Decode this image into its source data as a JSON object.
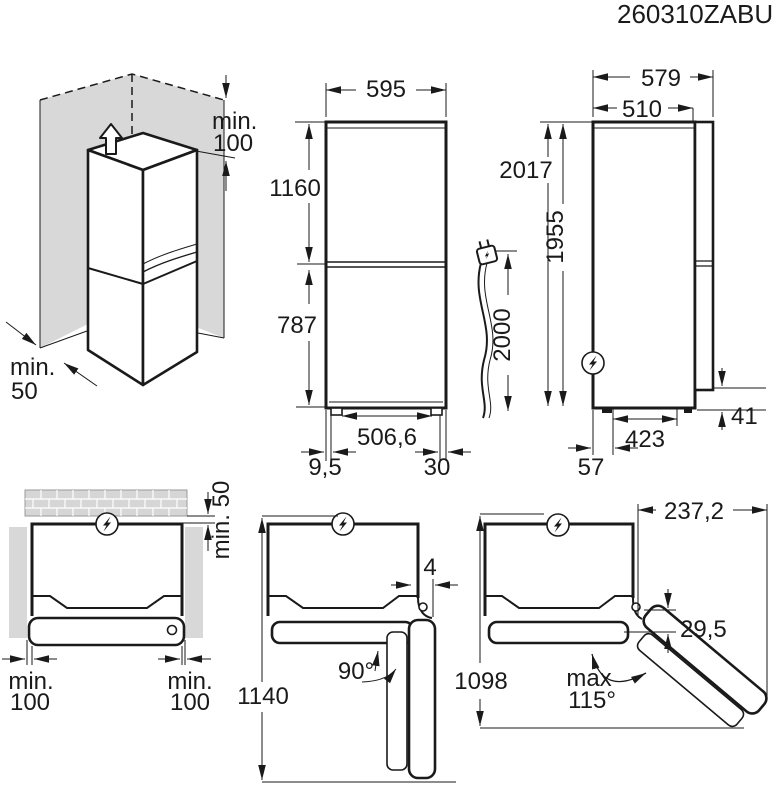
{
  "drawing_number": "260310ZABU",
  "colors": {
    "line": "#1a1a1a",
    "wall_fill": "#d8d8d8",
    "background": "#ffffff"
  },
  "icons": {
    "power": "lightning-bolt",
    "plug": "power-plug",
    "direction": "up-arrow",
    "wall": "brick-wall"
  },
  "views": {
    "corner": {
      "top_label": "min.",
      "top_value": "100",
      "side_label": "min.",
      "side_value": "50"
    },
    "front": {
      "width": "595",
      "upper": "1160",
      "lower": "787",
      "feet_span": "506,6",
      "foot_left": "9,5",
      "foot_right": "30"
    },
    "side": {
      "depth_total": "579",
      "depth_body": "510",
      "height_total": "2017",
      "height_body": "1955",
      "cord": "2000",
      "base": "423",
      "back": "57",
      "plinth": "41"
    },
    "wall": {
      "rear": "min. 50",
      "left_label": "min.",
      "left_value": "100",
      "right_label": "min.",
      "right_value": "100"
    },
    "door90": {
      "gap": "4",
      "angle": "90°",
      "depth": "1140"
    },
    "door115": {
      "projection": "237,2",
      "hinge": "29,5",
      "angle_max": "max",
      "angle_value": "115°",
      "depth": "1098"
    }
  }
}
